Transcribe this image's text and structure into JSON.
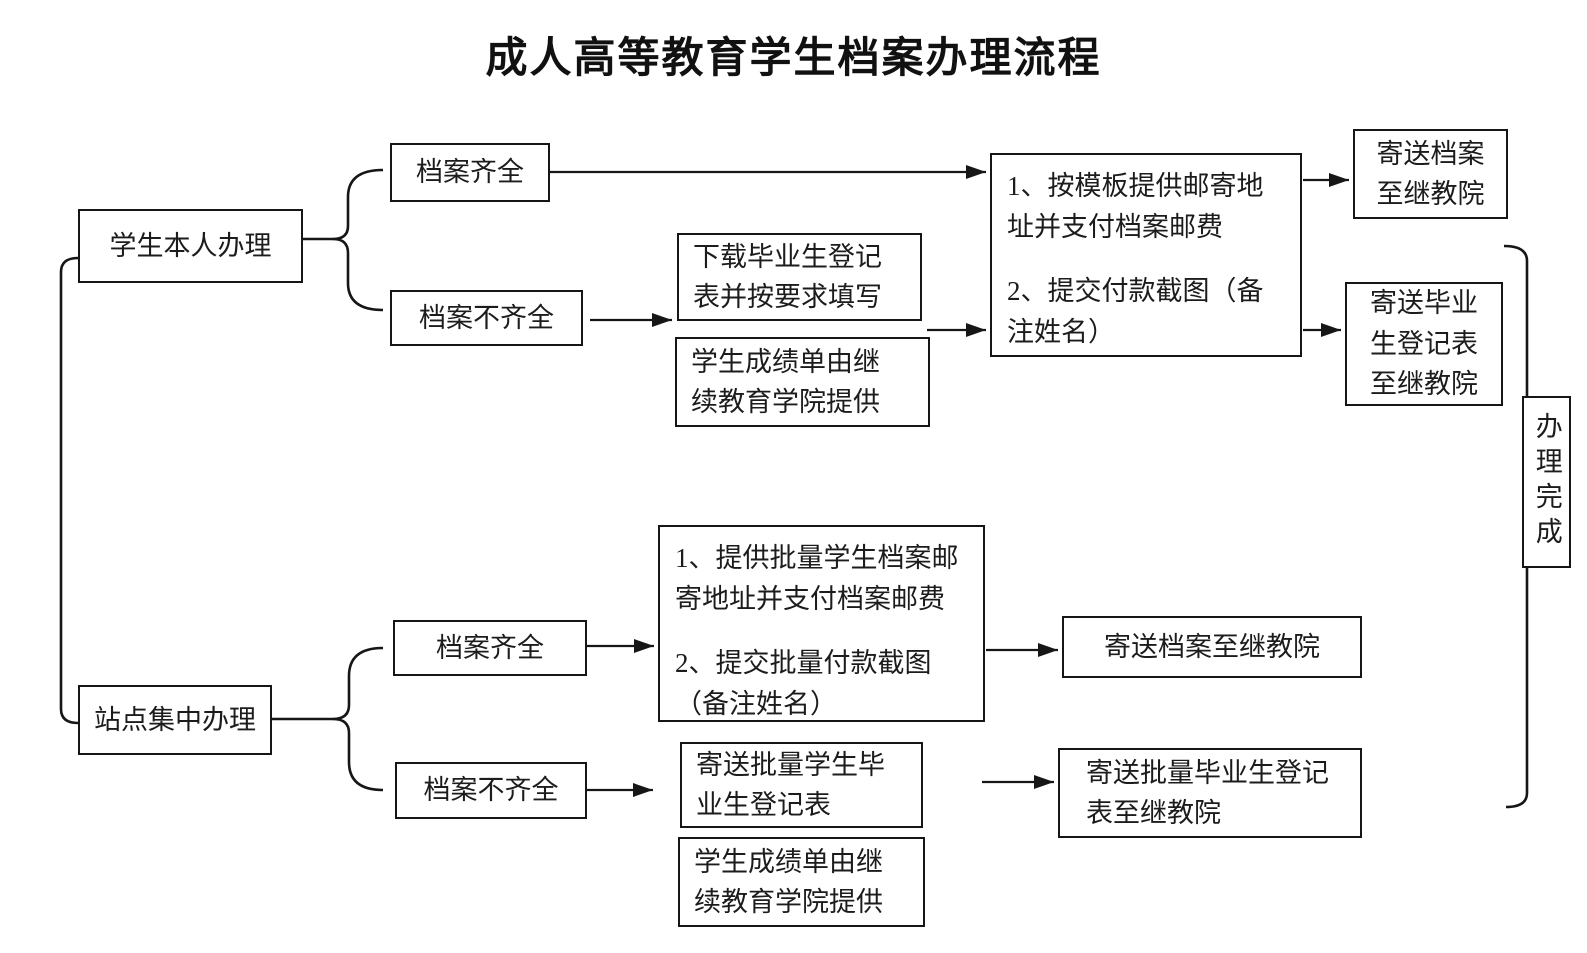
{
  "title": "成人高等教育学生档案办理流程",
  "colors": {
    "ink": "#161616",
    "background": "#ffffff"
  },
  "personal": {
    "root": "学生本人办理",
    "archive_complete": "档案齐全",
    "archive_incomplete": "档案不齐全",
    "download_form": "下载毕业生登记\n表并按要求填写",
    "transcript": "学生成绩单由继\n续教育学院提供",
    "step1": "1、按模板提供邮寄地\n址并支付档案邮费",
    "step2": "2、提交付款截图（备\n注姓名）",
    "send_archive": "寄送档案\n至继教院",
    "send_form": "寄送毕业\n生登记表\n至继教院"
  },
  "site": {
    "root": "站点集中办理",
    "archive_complete": "档案齐全",
    "archive_incomplete": "档案不齐全",
    "step1": "1、提供批量学生档案邮\n寄地址并支付档案邮费",
    "step2": "2、提交批量付款截图\n（备注姓名）",
    "send_batch_form": "寄送批量学生毕\n业生登记表",
    "transcript": "学生成绩单由继\n续教育学院提供",
    "send_archive": "寄送档案至继教院",
    "send_form": "寄送批量毕业生登记\n表至继教院"
  },
  "done": "办理完成"
}
